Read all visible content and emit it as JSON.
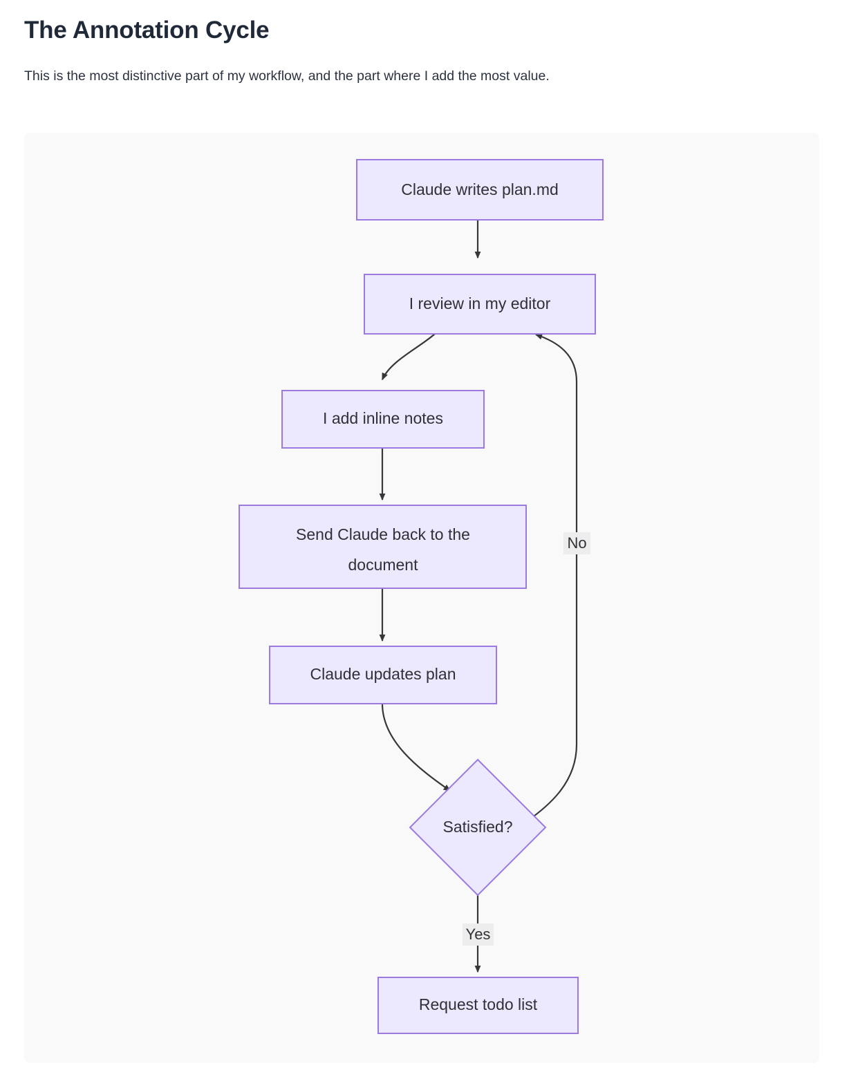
{
  "page": {
    "title": "The Annotation Cycle",
    "intro": "This is the most distinctive part of my workflow, and the part where I add the most value."
  },
  "colors": {
    "node_fill": "#ece8fd",
    "node_stroke": "#9a7ae0",
    "edge_stroke": "#35373b",
    "panel_background": "#f9f9f9",
    "edge_label_background": "#ededed",
    "text": "#2f3136",
    "title": "#1f2937"
  },
  "diagram": {
    "type": "flowchart",
    "direction": "top-to-bottom",
    "nodes": [
      {
        "id": "write",
        "label": "Claude writes plan.md",
        "shape": "rect"
      },
      {
        "id": "review",
        "label": "I review in my editor",
        "shape": "rect"
      },
      {
        "id": "notes",
        "label": "I add inline notes",
        "shape": "rect"
      },
      {
        "id": "send",
        "label": "Send Claude back to the document",
        "shape": "rect",
        "line1": "Send Claude back to the",
        "line2": "document"
      },
      {
        "id": "update",
        "label": "Claude updates plan",
        "shape": "rect"
      },
      {
        "id": "decide",
        "label": "Satisfied?",
        "shape": "diamond"
      },
      {
        "id": "todo",
        "label": "Request todo list",
        "shape": "rect"
      }
    ],
    "edges": [
      {
        "from": "write",
        "to": "review",
        "label": ""
      },
      {
        "from": "review",
        "to": "notes",
        "label": ""
      },
      {
        "from": "notes",
        "to": "send",
        "label": ""
      },
      {
        "from": "send",
        "to": "update",
        "label": ""
      },
      {
        "from": "update",
        "to": "decide",
        "label": ""
      },
      {
        "from": "decide",
        "to": "review",
        "label": "No"
      },
      {
        "from": "decide",
        "to": "todo",
        "label": "Yes"
      }
    ],
    "edge_labels": {
      "no": "No",
      "yes": "Yes"
    }
  }
}
